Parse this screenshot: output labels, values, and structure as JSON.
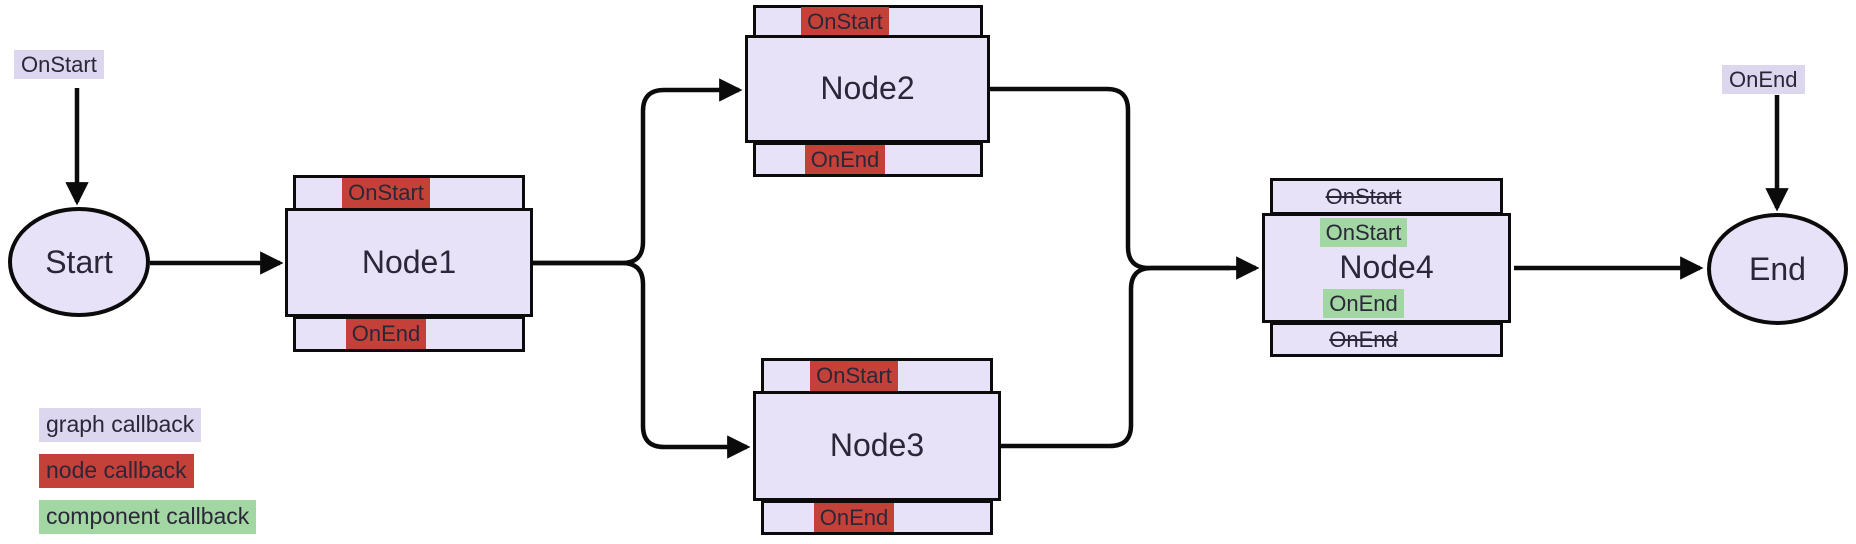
{
  "terminals": {
    "start": "Start",
    "end": "End"
  },
  "graph_callbacks": {
    "on_start": "OnStart",
    "on_end": "OnEnd"
  },
  "nodes": {
    "node1": {
      "title": "Node1",
      "on_start": "OnStart",
      "on_end": "OnEnd"
    },
    "node2": {
      "title": "Node2",
      "on_start": "OnStart",
      "on_end": "OnEnd"
    },
    "node3": {
      "title": "Node3",
      "on_start": "OnStart",
      "on_end": "OnEnd"
    },
    "node4": {
      "title": "Node4",
      "overridden_on_start": "OnStart",
      "overridden_on_end": "OnEnd",
      "component_on_start": "OnStart",
      "component_on_end": "OnEnd"
    }
  },
  "legend": {
    "graph": "graph callback",
    "node": "node callback",
    "component": "component callback"
  },
  "colors": {
    "node_fill": "#e8e2f8",
    "graph_callback_bg": "#dcd6ee",
    "node_callback_bg": "#c4413a",
    "component_callback_bg": "#a2d6a3",
    "stroke": "#0b0b0b",
    "text": "#2b2738"
  }
}
